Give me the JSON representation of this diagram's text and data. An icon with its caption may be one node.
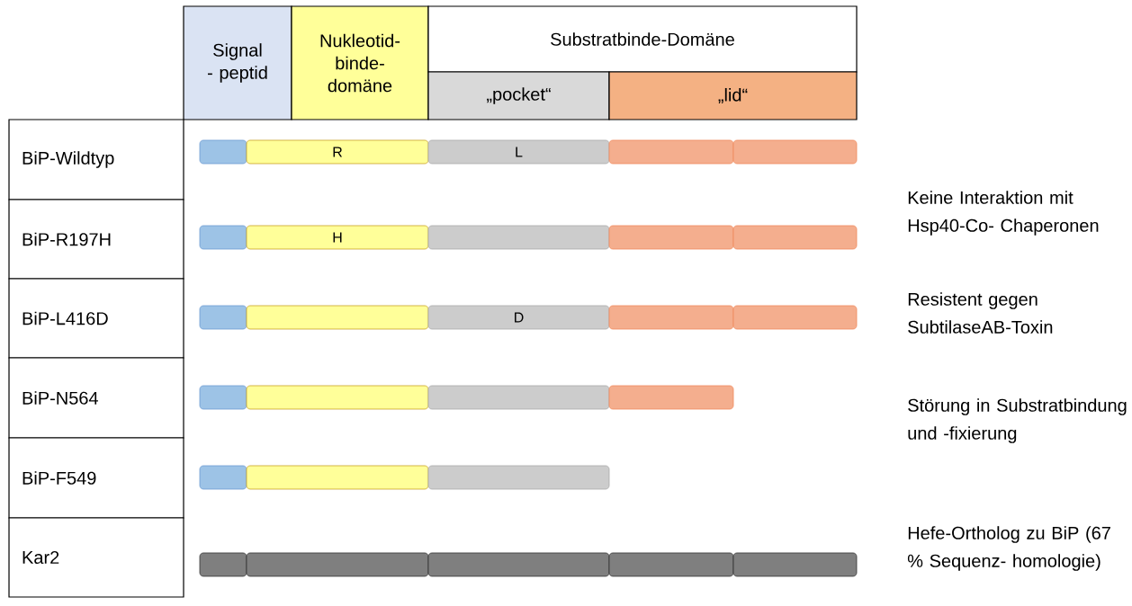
{
  "diagram": {
    "nodes": [
      {
        "text": [
          "Signal - peptid"
        ]
      },
      {
        "text": [
          "Nukleotid- binde- domäne"
        ]
      },
      {
        "text": [
          "Substratbinde-Domäne"
        ]
      },
      {
        "text": [
          "„pocket“"
        ]
      },
      {
        "text": [
          "„lid“"
        ]
      },
      {
        "text": [
          "BiP-Wildtyp"
        ]
      },
      {
        "text": [],
        "shape": "bar"
      },
      {
        "text": [
          "R"
        ]
      },
      {
        "text": [
          "L"
        ]
      },
      {
        "text": [],
        "shape": "bar"
      },
      {
        "text": [],
        "shape": "bar"
      },
      {
        "text": [
          "BiP-R197H"
        ]
      },
      {
        "text": [],
        "shape": "bar"
      },
      {
        "text": [
          "H"
        ]
      },
      {
        "text": [],
        "shape": "bar"
      },
      {
        "text": [],
        "shape": "bar"
      },
      {
        "text": [],
        "shape": "bar"
      },
      {
        "text": [
          "BiP-L416D"
        ]
      },
      {
        "text": [],
        "shape": "bar"
      },
      {
        "text": [],
        "shape": "bar"
      },
      {
        "text": [
          "D"
        ]
      },
      {
        "text": [],
        "shape": "bar"
      },
      {
        "text": [],
        "shape": "bar"
      },
      {
        "text": [
          "BiP-N564"
        ]
      },
      {
        "text": [],
        "shape": "bar"
      },
      {
        "text": [],
        "shape": "bar"
      },
      {
        "text": [],
        "shape": "bar"
      },
      {
        "text": [],
        "shape": "bar"
      },
      {
        "text": [
          "BiP-F549"
        ]
      },
      {
        "text": [],
        "shape": "bar"
      },
      {
        "text": [],
        "shape": "bar"
      },
      {
        "text": [],
        "shape": "bar"
      },
      {
        "text": [
          "Kar2"
        ]
      },
      {
        "text": [],
        "shape": "bar"
      },
      {
        "text": [],
        "shape": "bar"
      },
      {
        "text": [],
        "shape": "bar"
      },
      {
        "text": [],
        "shape": "bar"
      },
      {
        "text": [],
        "shape": "bar"
      }
    ],
    "labels": [
      "Keine Interaktion mit Hsp40-Co- Chaperonen",
      "Resistent gegen SubtilaseAB-Toxin",
      "Störung in Substratbindung und -fixierung",
      "Hefe-Ortholog zu BiP (67 % Sequenz- homologie)"
    ]
  }
}
